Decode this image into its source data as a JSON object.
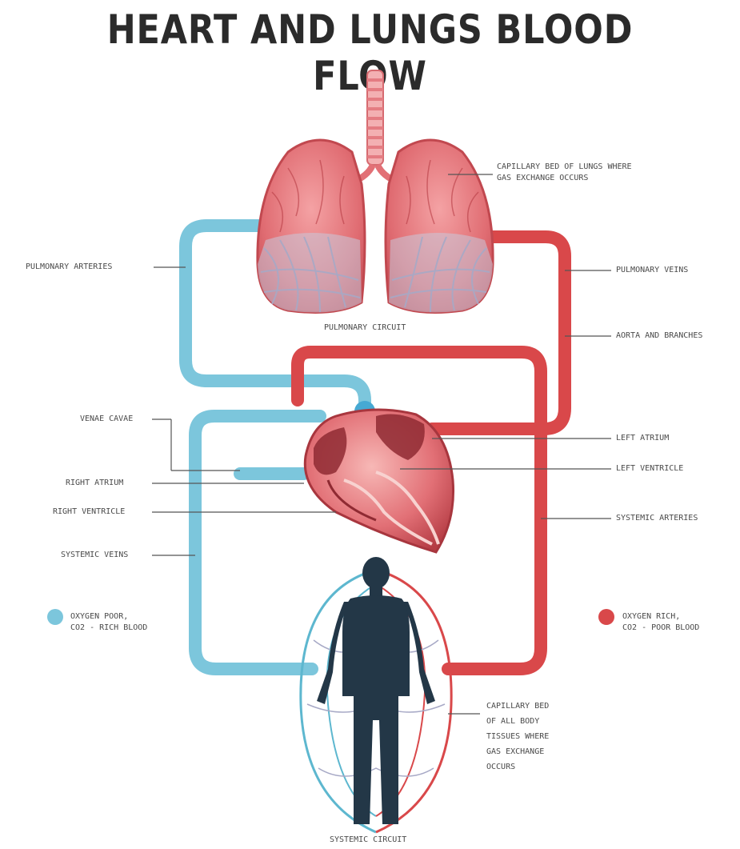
{
  "title": "HEART AND LUNGS BLOOD FLOW",
  "labels": {
    "capillary_lungs_1": "CAPILLARY BED OF LUNGS WHERE",
    "capillary_lungs_2": "GAS EXCHANGE OCCURS",
    "pulmonary_arteries": "PULMONARY ARTERIES",
    "pulmonary_veins": "PULMONARY VEINS",
    "pulmonary_circuit": "PULMONARY CIRCUIT",
    "aorta_branches": "AORTA AND BRANCHES",
    "venae_cavae": "VENAE CAVAE",
    "left_atrium": "LEFT ATRIUM",
    "left_ventricle": "LEFT VENTRICLE",
    "right_atrium": "RIGHT ATRIUM",
    "right_ventricle": "RIGHT VENTRICLE",
    "systemic_arteries": "SYSTEMIC ARTERIES",
    "systemic_veins": "SYSTEMIC VEINS",
    "oxygen_poor_1": "OXYGEN POOR,",
    "oxygen_poor_2": "CO2 - RICH BLOOD",
    "oxygen_rich_1": "OXYGEN RICH,",
    "oxygen_rich_2": "CO2 - POOR BLOOD",
    "capillary_body_1": "CAPILLARY BED",
    "capillary_body_2": "OF ALL BODY",
    "capillary_body_3": "TISSUES WHERE",
    "capillary_body_4": "GAS EXCHANGE",
    "capillary_body_5": "OCCURS",
    "systemic_circuit": "SYSTEMIC CIRCUIT"
  },
  "colors": {
    "oxygen_poor": "#7cc6dc",
    "oxygen_rich": "#d9484a",
    "lung": "#e3747a",
    "heart": "#c94a50",
    "body": "#233747"
  }
}
